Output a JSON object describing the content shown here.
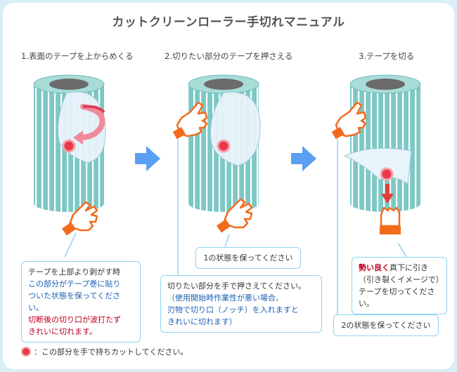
{
  "title": "カットクリーンローラー手切れマニュアル",
  "steps": [
    {
      "label": "1.表面のテープを上からめくる"
    },
    {
      "label": "2.切りたい部分のテープを押さえる"
    },
    {
      "label": "3.テープを切る"
    }
  ],
  "bubble1": {
    "line1": "テープを上部より剥がす時",
    "line2": "この部分がテープ巻に貼り",
    "line3": "ついた状態を保ってください。",
    "line4": "切断後の切り口が波打たず",
    "line5": "きれいに切れます。"
  },
  "bubble2": {
    "text": "1の状態を保ってください"
  },
  "bubble3": {
    "line1": "切りたい部分を手で押さえてください。",
    "line2": "（使用開始時作業性が悪い場合、",
    "line3": "刃物で切り口（ノッチ）を入れますと",
    "line4": "きれいに切れます）"
  },
  "bubble4": {
    "strong": "勢い良く",
    "line1_rest": "真下に引き",
    "line2": "（引き裂くイメージで）",
    "line3": "テープを切ってください。"
  },
  "bubble5": {
    "text": "2の状態を保ってください"
  },
  "footnote": {
    "text": "：この部分を手で持ちカットしてください。"
  },
  "colors": {
    "roller": "#7dc8c4",
    "stripe": "#ffffff",
    "arrow": "#5b9ff2",
    "hand": "#f26b1d",
    "dot": "#e8394a",
    "bubble_border": "#8fd3f0"
  }
}
